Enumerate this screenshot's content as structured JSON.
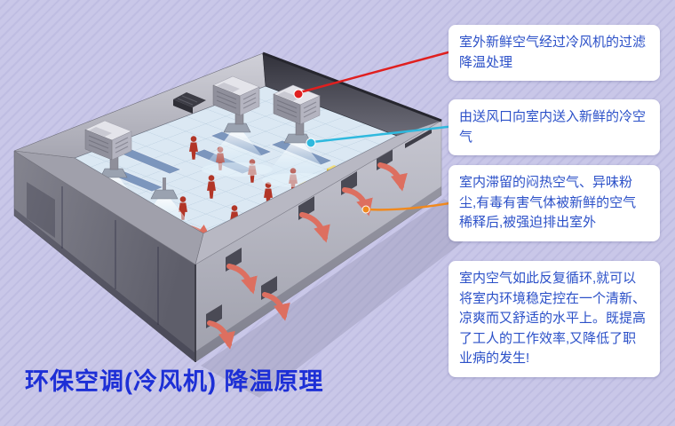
{
  "page": {
    "title": "环保空调(冷风机)  降温原理"
  },
  "callouts": [
    {
      "id": "fresh-air-intake",
      "text": "室外新鲜空气经过冷风机的过滤降温处理",
      "line_color": "#e01f1f"
    },
    {
      "id": "cold-air-supply",
      "text": "由送风口向室内送入新鲜的冷空气",
      "line_color": "#2fb9de"
    },
    {
      "id": "forced-exhaust",
      "text": "室内滞留的闷热空气、异味粉尘,有毒有害气体被新鲜的空气稀释后,被强迫排出室外",
      "line_color": "#f0891e"
    },
    {
      "id": "circulation-result",
      "text": "室内空气如此反复循环,就可以将室内环境稳定控在一个清新、凉爽而又舒适的水平上。既提高了工人的工作效率,又降低了职业病的发生!",
      "line_color": ""
    }
  ],
  "colors": {
    "background": "#c9c7e8",
    "background_stripe": "#bfbde2",
    "callout_bg": "#ffffff",
    "callout_text": "#2b50c8",
    "title_text": "#1d2fd6",
    "exhaust_arrow": "#dd6f60",
    "worker_figure": "#b23527",
    "floor_tile": "#dbe8f3"
  },
  "icons": {
    "callout_marker": "colored-dot",
    "exhaust": "curved-arrow"
  }
}
